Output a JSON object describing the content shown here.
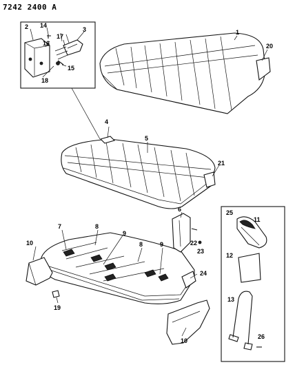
{
  "header": {
    "doc_id": "7242 2400 A"
  },
  "callouts": [
    {
      "id": "c1",
      "label": "1"
    },
    {
      "id": "c2",
      "label": "2"
    },
    {
      "id": "c3",
      "label": "3"
    },
    {
      "id": "c4",
      "label": "4"
    },
    {
      "id": "c5",
      "label": "5"
    },
    {
      "id": "c6",
      "label": "6"
    },
    {
      "id": "c7",
      "label": "7"
    },
    {
      "id": "c8a",
      "label": "8"
    },
    {
      "id": "c8b",
      "label": "8"
    },
    {
      "id": "c9a",
      "label": "9"
    },
    {
      "id": "c9b",
      "label": "9"
    },
    {
      "id": "c10a",
      "label": "10"
    },
    {
      "id": "c10b",
      "label": "10"
    },
    {
      "id": "c11",
      "label": "11"
    },
    {
      "id": "c12",
      "label": "12"
    },
    {
      "id": "c13",
      "label": "13"
    },
    {
      "id": "c14",
      "label": "14"
    },
    {
      "id": "c15",
      "label": "15"
    },
    {
      "id": "c16",
      "label": "16"
    },
    {
      "id": "c17",
      "label": "17"
    },
    {
      "id": "c18",
      "label": "18"
    },
    {
      "id": "c19",
      "label": "19"
    },
    {
      "id": "c20",
      "label": "20"
    },
    {
      "id": "c21",
      "label": "21"
    },
    {
      "id": "c22",
      "label": "22"
    },
    {
      "id": "c23",
      "label": "23"
    },
    {
      "id": "c24",
      "label": "24"
    },
    {
      "id": "c25",
      "label": "25"
    },
    {
      "id": "c26",
      "label": "26"
    }
  ]
}
